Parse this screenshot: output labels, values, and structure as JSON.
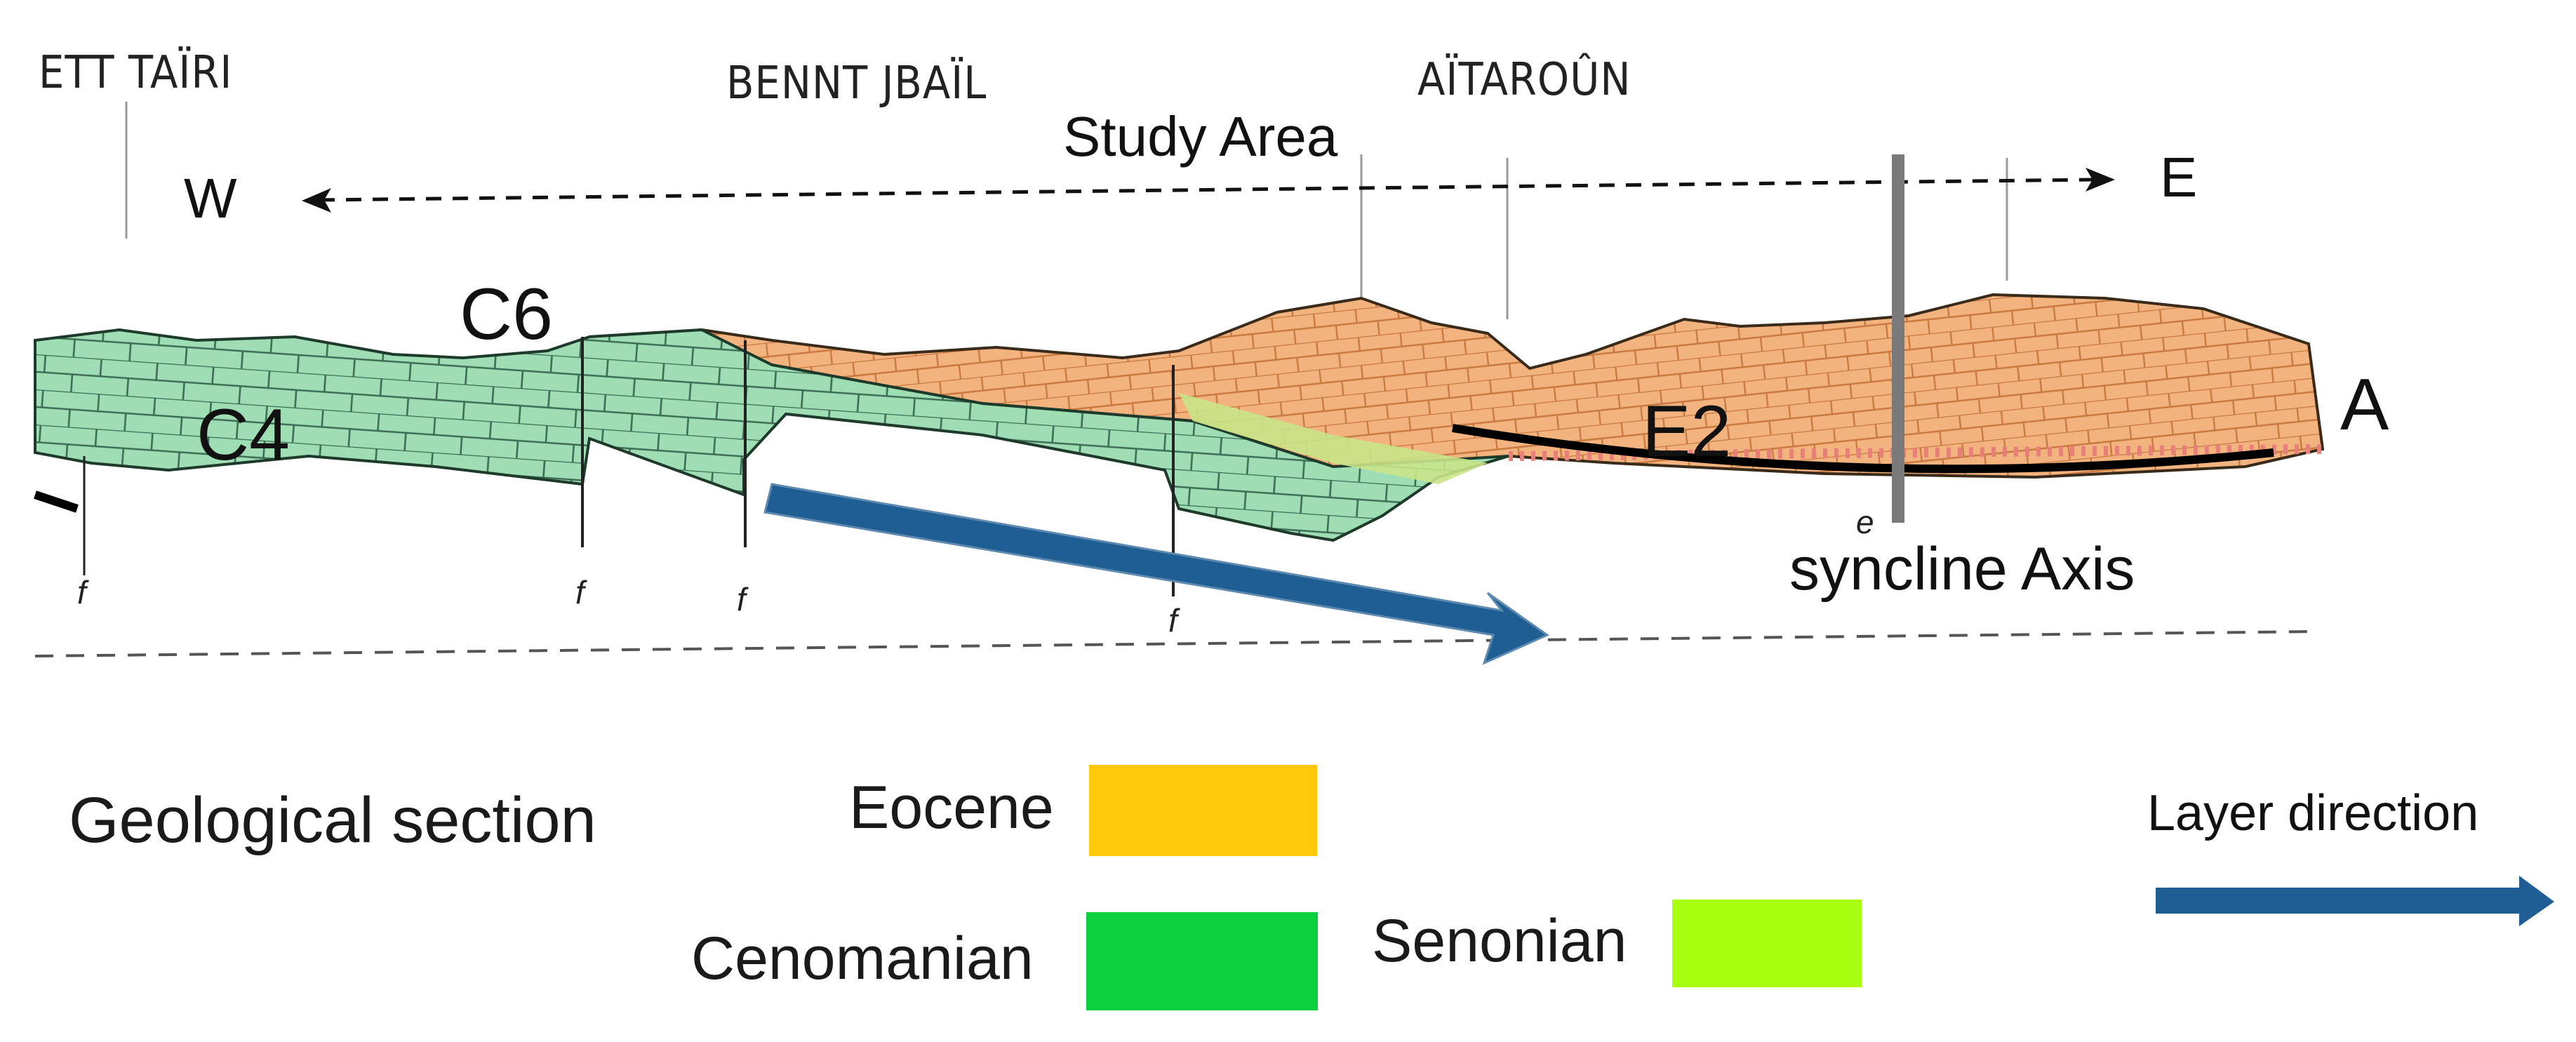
{
  "places": [
    "ETT TAÏRI",
    "BENNT JBAÏL",
    "AÏTAROÛN"
  ],
  "study_area": "Study Area",
  "direction": {
    "west": "W",
    "east": "E"
  },
  "units": {
    "c4": "C4",
    "c6": "C6",
    "e2": "E2",
    "a": "A"
  },
  "fault_marks": [
    "f",
    "f",
    "f",
    "f",
    "e"
  ],
  "syncline_label": "syncline Axis",
  "section_title": "Geological section",
  "legend": [
    {
      "label": "Eocene",
      "color": "#FFC80A"
    },
    {
      "label": "Cenomanian",
      "color": "#0BCF3D"
    },
    {
      "label": "Senonian",
      "color": "#A8FF0F"
    }
  ],
  "layer_direction_label": "Layer direction",
  "colors": {
    "eocene_fill": "#F2B37F",
    "eocene_line": "#C97A40",
    "cenomanian_fill": "#9FDDB4",
    "cenomanian_line": "#3B6E55",
    "senonian_band": "#C9E48A",
    "arrow": "#1F5E93",
    "syncline_axis": "#7A7A7A"
  }
}
